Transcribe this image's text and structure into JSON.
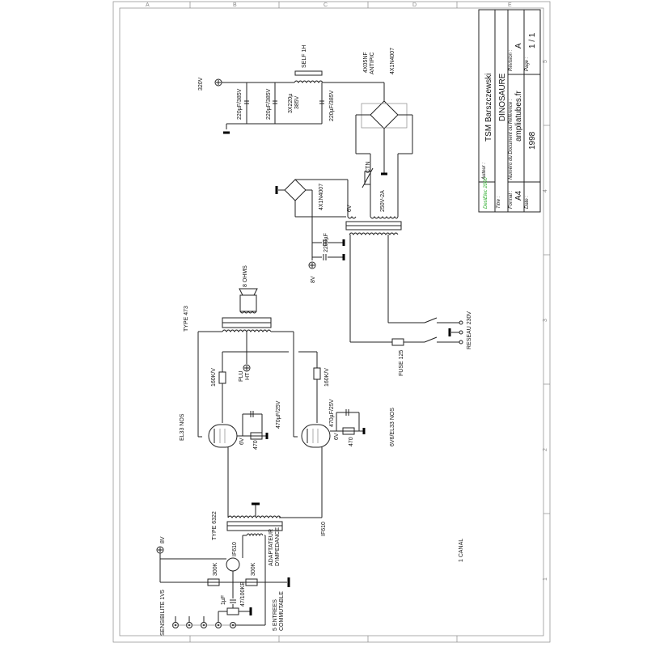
{
  "title_block": {
    "logo": "DesiElec 2000",
    "author_label": "Auteur :",
    "author": "TSM Barszczewski",
    "title_label": "Titre :",
    "title": "DINOSAURE",
    "format_label": "Format :",
    "format": "A4",
    "docnum_label": "Numéro du Document ou Référence :",
    "docnum": "ampliatubes.fr",
    "revision_label": "Révision :",
    "revision": "A",
    "date_label": "Date :",
    "date": "1998",
    "page_label": "Page :",
    "page": "1 / 1"
  },
  "grid": {
    "columns": [
      "A",
      "B",
      "C",
      "D",
      "E"
    ],
    "rows": [
      "5",
      "4",
      "3",
      "2",
      "1"
    ]
  },
  "labels": {
    "v320": "320V",
    "cap1": "220µF/385V",
    "cap2": "220µF/385V",
    "cap3a": "3X220µ",
    "cap3b": "385V",
    "cap4": "220µF/385V",
    "self": "SELF 1H",
    "antipic_a": "4X05NF",
    "antipic_b": "ANTIPIC",
    "bridge_hv": "4X1N4007",
    "ctn": "CTN",
    "ht_winding": "250V-2A",
    "bridge_lv": "4X1N4007",
    "v6": "6V",
    "cap_lv": "2200µF",
    "v8_supply": "8V",
    "speaker": "8 OHMS",
    "out_tx": "TYPE 473",
    "plus_ht_a": "PLU",
    "plus_ht_b": "HT",
    "fuse": "FUSE 125",
    "mains": "RESEAU 230V",
    "r_g1": "160K/V",
    "r_g2": "160K/V",
    "tube1": "EL33 NOS",
    "tube2": "6V6/EL33 NOS",
    "cap_k1": "470µF/25V",
    "cap_k2": "470µF/25V",
    "rk1": "470",
    "rk2": "470",
    "heater1": "6V",
    "heater2": "6V",
    "in_tx": "TYPE 6322",
    "fet_right": "IF610",
    "fet": "IF610",
    "v8_in": "8V",
    "r300a": "300K",
    "r300b": "300K",
    "adapt_a": "ADAPTATEUR",
    "adapt_b": "D'IMPEDANCE",
    "cap_in": "1µF",
    "pot": "47/100KB",
    "inputs_a": "5 ENTREES",
    "inputs_b": "COMMUTABLE",
    "sens": "SENSIBILITE 1V5",
    "channel": "1 CANAL"
  }
}
